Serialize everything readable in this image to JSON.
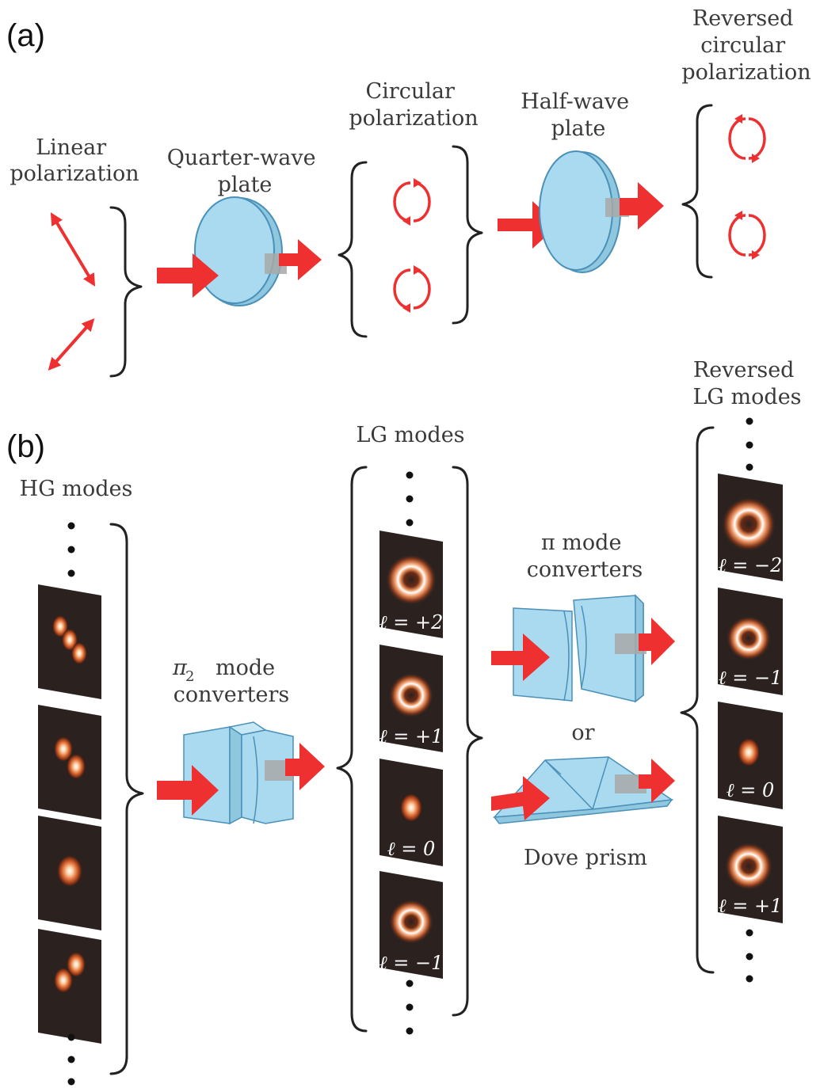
{
  "colors": {
    "arrow": "#ee3030",
    "plate": "#a9daef",
    "plate_edge": "#4a90b8",
    "mode_bg": "#2b2220",
    "text": "#3a3a3a"
  },
  "panel_a": {
    "label": "(a)",
    "linear": [
      "Linear",
      "polarization"
    ],
    "qwp": [
      "Quarter-wave",
      "plate"
    ],
    "circular": [
      "Circular",
      "polarization"
    ],
    "hwp": [
      "Half-wave",
      "plate"
    ],
    "reversed": [
      "Reversed",
      "circular",
      "polarization"
    ]
  },
  "panel_b": {
    "label": "(b)",
    "hg_title": "HG modes",
    "lg_title": "LG modes",
    "rev_title": [
      "Reversed",
      "LG modes"
    ],
    "pi2": {
      "symbol": "π",
      "den": "2",
      "line1": "mode",
      "line2": "converters"
    },
    "pi": {
      "line1": "π mode",
      "line2": "converters"
    },
    "or": "or",
    "dove": "Dove prism",
    "lg_labels": [
      "ℓ = +2",
      "ℓ = +1",
      "ℓ = 0",
      "ℓ = −1"
    ],
    "rev_labels": [
      "ℓ = −2",
      "ℓ = −1",
      "ℓ = 0",
      "ℓ = +1"
    ]
  }
}
